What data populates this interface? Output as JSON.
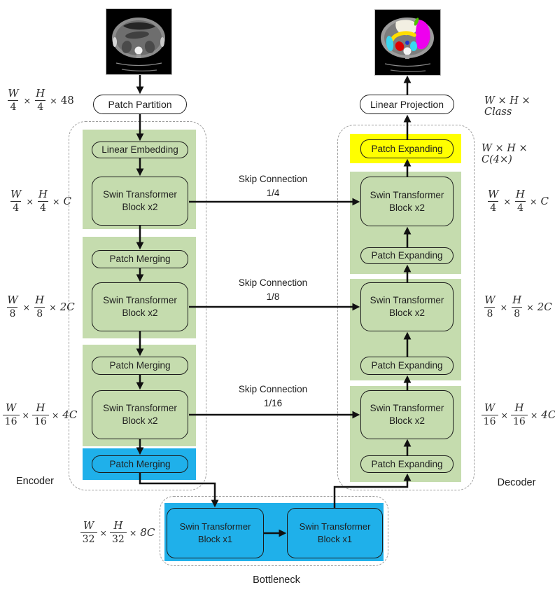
{
  "title": "Swin-Unet architecture diagram",
  "symbols": {
    "times": "×"
  },
  "nodes": {
    "patch_partition": "Patch Partition",
    "linear_projection": "Linear Projection",
    "linear_embedding": "Linear Embedding",
    "patch_merging": "Patch Merging",
    "patch_expanding": "Patch Expanding",
    "swin_x2": {
      "line1": "Swin Transformer",
      "line2": "Block x2"
    },
    "swin_x1": {
      "line1": "Swin Transformer",
      "line2": "Block x1"
    }
  },
  "skip": {
    "label": "Skip Connection",
    "ratios": [
      "1/4",
      "1/8",
      "1/16"
    ]
  },
  "sections": {
    "encoder": "Encoder",
    "decoder": "Decoder",
    "bottleneck": "Bottleneck"
  },
  "dims_left": [
    {
      "n1": "W",
      "d1": "4",
      "n2": "H",
      "d2": "4",
      "sfx": "48"
    },
    {
      "n1": "W",
      "d1": "4",
      "n2": "H",
      "d2": "4",
      "sfx": "C"
    },
    {
      "n1": "W",
      "d1": "8",
      "n2": "H",
      "d2": "8",
      "sfx": "2C"
    },
    {
      "n1": "W",
      "d1": "16",
      "n2": "H",
      "d2": "16",
      "sfx": "4C"
    },
    {
      "n1": "W",
      "d1": "32",
      "n2": "H",
      "d2": "32",
      "sfx": "8C"
    }
  ],
  "dims_right": [
    {
      "text": "W × H × Class"
    },
    {
      "text": "W × H × C(4×)"
    },
    {
      "n1": "W",
      "d1": "4",
      "n2": "H",
      "d2": "4",
      "sfx": "C"
    },
    {
      "n1": "W",
      "d1": "8",
      "n2": "H",
      "d2": "8",
      "sfx": "2C"
    },
    {
      "n1": "W",
      "d1": "16",
      "n2": "H",
      "d2": "16",
      "sfx": "4C"
    }
  ],
  "colors": {
    "stage_green": "#c5dcae",
    "stage_blue": "#1fb0ea",
    "stage_yellow": "#ffff00",
    "arrow": "#111111",
    "dashed_border": "#9c9c9c",
    "box_border": "#1b1b1b",
    "seg_magenta": "#ee00ee",
    "seg_cyan": "#3ad6f0",
    "seg_red": "#dd0000",
    "seg_yellow": "#ffdd00",
    "seg_green": "#4fc400",
    "seg_blue": "#2233cc"
  }
}
